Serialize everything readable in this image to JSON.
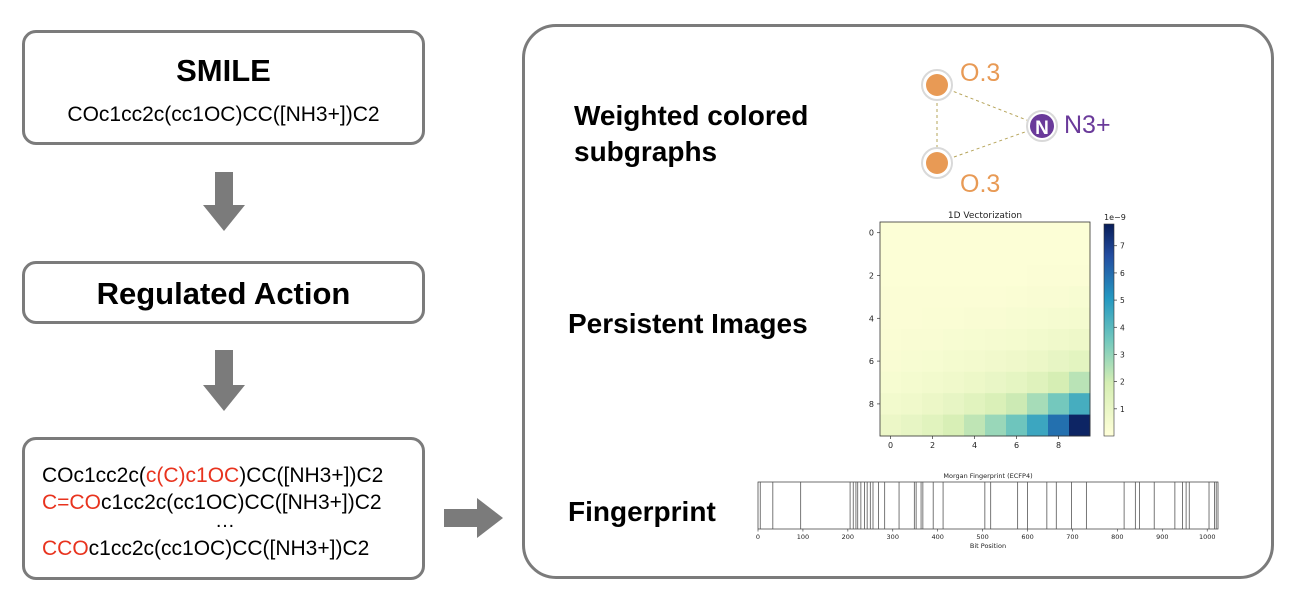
{
  "left": {
    "smile_title": "SMILE",
    "smile_text": "COc1cc2c(cc1OC)CC([NH3+])C2",
    "action_title": "Regulated Action",
    "outputs": [
      {
        "parts": [
          {
            "t": "COc1cc2c(",
            "c": "black"
          },
          {
            "t": "c(C)c1OC",
            "c": "red"
          },
          {
            "t": ")CC([NH3+])C2",
            "c": "black"
          }
        ]
      },
      {
        "parts": [
          {
            "t": "C=CO",
            "c": "red"
          },
          {
            "t": "c1cc2c(cc1OC)CC([NH3+])C2",
            "c": "black"
          }
        ]
      },
      {
        "parts": [
          {
            "t": "CCO",
            "c": "red"
          },
          {
            "t": "c1cc2c(cc1OC)CC([NH3+])C2",
            "c": "black"
          }
        ]
      }
    ],
    "ellipsis": "…"
  },
  "right": {
    "subgraph_label": "Weighted colored subgraphs",
    "persistent_label": "Persistent Images",
    "fingerprint_label": "Fingerprint",
    "graph": {
      "nodes": [
        {
          "symbol": "",
          "label": "O.3",
          "color": "#e89a55"
        },
        {
          "symbol": "",
          "label": "O.3",
          "color": "#e89a55"
        },
        {
          "symbol": "N",
          "label": "N3+",
          "color": "#6a3a9a"
        }
      ]
    }
  },
  "chart_data": [
    {
      "type": "heatmap",
      "title": "1D Vectorization",
      "colorbar_label": "1e−9",
      "colorbar_ticks": [
        1,
        2,
        3,
        4,
        5,
        6,
        7
      ],
      "colorbar_range": [
        0,
        7.8
      ],
      "x_ticks": [
        0,
        2,
        4,
        6,
        8
      ],
      "y_ticks": [
        0,
        2,
        4,
        6,
        8
      ],
      "values": [
        [
          0.15,
          0.15,
          0.15,
          0.15,
          0.15,
          0.15,
          0.15,
          0.15,
          0.15,
          0.15
        ],
        [
          0.15,
          0.15,
          0.15,
          0.15,
          0.15,
          0.15,
          0.15,
          0.15,
          0.15,
          0.15
        ],
        [
          0.15,
          0.15,
          0.15,
          0.15,
          0.15,
          0.15,
          0.15,
          0.2,
          0.2,
          0.2
        ],
        [
          0.2,
          0.2,
          0.2,
          0.2,
          0.2,
          0.2,
          0.25,
          0.3,
          0.3,
          0.35
        ],
        [
          0.2,
          0.2,
          0.25,
          0.25,
          0.3,
          0.3,
          0.35,
          0.4,
          0.45,
          0.5
        ],
        [
          0.25,
          0.3,
          0.3,
          0.35,
          0.4,
          0.45,
          0.5,
          0.6,
          0.7,
          0.8
        ],
        [
          0.3,
          0.35,
          0.4,
          0.5,
          0.55,
          0.65,
          0.75,
          0.9,
          1.1,
          1.3
        ],
        [
          0.4,
          0.5,
          0.6,
          0.7,
          0.85,
          1.0,
          1.2,
          1.5,
          1.9,
          2.4
        ],
        [
          0.6,
          0.7,
          0.9,
          1.1,
          1.4,
          1.7,
          2.1,
          2.7,
          3.5,
          4.4
        ],
        [
          0.9,
          1.1,
          1.4,
          1.8,
          2.3,
          2.9,
          3.6,
          4.6,
          5.9,
          7.6
        ]
      ]
    },
    {
      "type": "bar",
      "title": "Morgan Fingerprint (ECFP4)",
      "xlabel": "Bit Position",
      "xlim": [
        0,
        1024
      ],
      "x_ticks": [
        0,
        100,
        200,
        300,
        400,
        500,
        600,
        700,
        800,
        900,
        1000
      ],
      "bits": [
        5,
        33,
        95,
        205,
        212,
        218,
        222,
        229,
        237,
        243,
        250,
        256,
        268,
        282,
        314,
        348,
        352,
        363,
        367,
        390,
        412,
        505,
        518,
        578,
        600,
        643,
        664,
        698,
        731,
        815,
        840,
        849,
        882,
        928,
        945,
        953,
        960,
        1004,
        1016,
        1020
      ]
    }
  ]
}
